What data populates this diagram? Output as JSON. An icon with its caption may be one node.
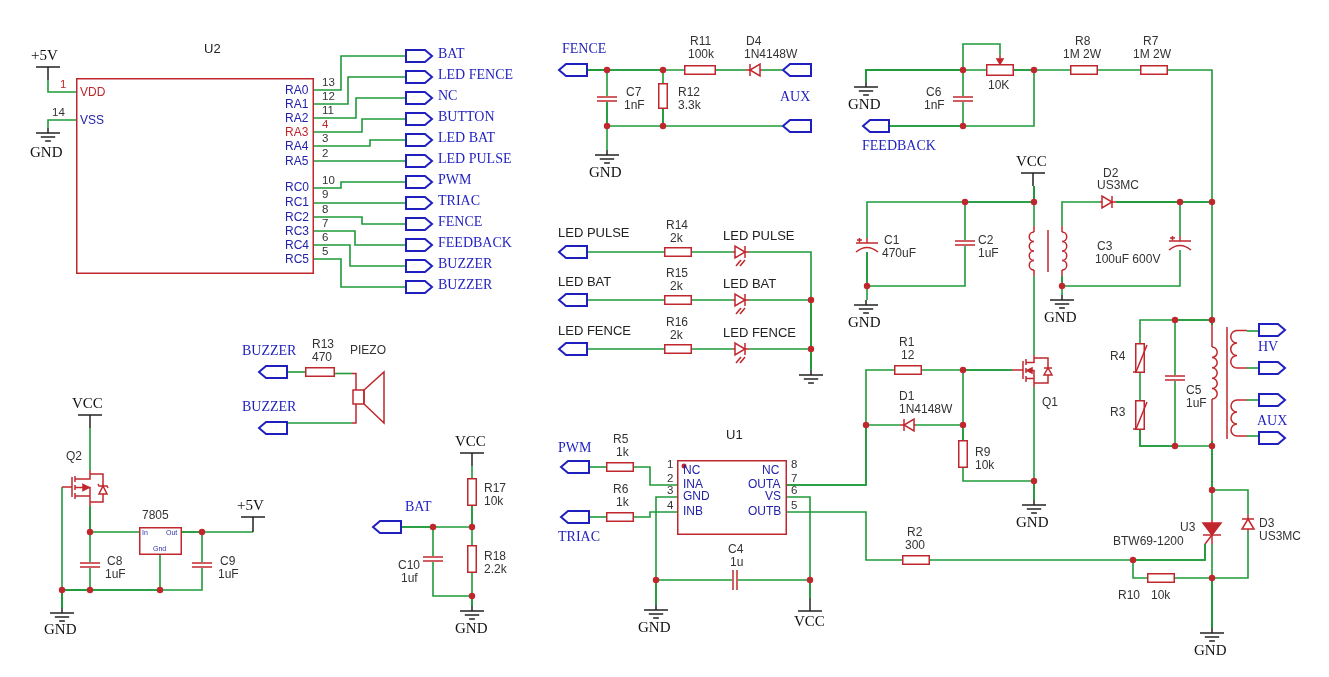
{
  "diagram": {
    "nodes": [
      {
        "text": [
          "+5V"
        ]
      },
      {
        "text": [
          "GND"
        ]
      },
      {
        "text": [
          "U2",
          "VDD",
          "VSS",
          "RA0",
          "RA1",
          "RA2",
          "RA3",
          "RA4",
          "RA5",
          "RC0",
          "RC1",
          "RC2",
          "RC3",
          "RC4",
          "RC5"
        ]
      },
      {
        "text": [
          "BAT"
        ]
      },
      {
        "text": [
          "LED FENCE"
        ]
      },
      {
        "text": [
          "NC"
        ]
      },
      {
        "text": [
          "BUTTON"
        ]
      },
      {
        "text": [
          "LED BAT"
        ]
      },
      {
        "text": [
          "LED PULSE"
        ]
      },
      {
        "text": [
          "PWM"
        ]
      },
      {
        "text": [
          "TRIAC"
        ]
      },
      {
        "text": [
          "FENCE"
        ]
      },
      {
        "text": [
          "FEEDBACK"
        ]
      },
      {
        "text": [
          "BUZZER"
        ]
      },
      {
        "text": [
          "BUZZER"
        ]
      },
      {
        "text": [
          "FENCE"
        ]
      },
      {
        "text": [
          "C7",
          "1nF"
        ]
      },
      {
        "text": [
          "R12",
          "3.3k"
        ]
      },
      {
        "text": [
          "R11",
          "100k"
        ]
      },
      {
        "text": [
          "D4",
          "1N4148W"
        ]
      },
      {
        "text": [],
        "shape": "pentagon"
      },
      {
        "text": [
          "AUX"
        ]
      },
      {
        "text": [
          "GND"
        ]
      },
      {
        "text": [
          "LED PULSE"
        ]
      },
      {
        "text": [
          "R14",
          "2k"
        ]
      },
      {
        "text": [
          "LED PULSE"
        ]
      },
      {
        "text": [
          "LED BAT"
        ]
      },
      {
        "text": [
          "R15",
          "2k"
        ]
      },
      {
        "text": [
          "LED BAT"
        ]
      },
      {
        "text": [
          "LED FENCE"
        ]
      },
      {
        "text": [
          "R16",
          "2k"
        ]
      },
      {
        "text": [
          "LED FENCE"
        ]
      },
      {
        "text": [],
        "shape": "ground"
      },
      {
        "text": [
          "GND"
        ]
      },
      {
        "text": [
          "C6",
          "1nF"
        ]
      },
      {
        "text": [
          "10K"
        ]
      },
      {
        "text": [
          "R8",
          "1M 2W"
        ]
      },
      {
        "text": [
          "R7",
          "1M 2W"
        ]
      },
      {
        "text": [
          "FEEDBACK"
        ]
      },
      {
        "text": [
          "VCC"
        ]
      },
      {
        "text": [
          "C1",
          "470uF"
        ]
      },
      {
        "text": [
          "C2",
          "1uF"
        ]
      },
      {
        "text": [
          "GND"
        ]
      },
      {
        "text": [],
        "shape": "transformer"
      },
      {
        "text": [
          "D2",
          "US3MC"
        ]
      },
      {
        "text": [
          "C3",
          "100uF 600V"
        ]
      },
      {
        "text": [
          "GND"
        ]
      },
      {
        "text": [
          "R4"
        ]
      },
      {
        "text": [
          "R3"
        ]
      },
      {
        "text": [
          "C5",
          "1uF"
        ]
      },
      {
        "text": [],
        "shape": "transformer"
      },
      {
        "text": [
          "HV"
        ]
      },
      {
        "text": [],
        "shape": "pentagon"
      },
      {
        "text": [
          "AUX"
        ]
      },
      {
        "text": [],
        "shape": "pentagon"
      },
      {
        "text": [
          "D3",
          "US3MC"
        ]
      },
      {
        "text": [
          "U3",
          "BTW69-1200"
        ]
      },
      {
        "text": [
          "R10",
          "10k"
        ]
      },
      {
        "text": [
          "GND"
        ]
      },
      {
        "text": [
          "R1",
          "12"
        ]
      },
      {
        "text": [
          "D1",
          "1N4148W"
        ]
      },
      {
        "text": [
          "R9",
          "10k"
        ]
      },
      {
        "text": [
          "Q1"
        ]
      },
      {
        "text": [
          "GND"
        ]
      },
      {
        "text": [
          "PWM"
        ]
      },
      {
        "text": [
          "R5",
          "1k"
        ]
      },
      {
        "text": [
          "TRIAC"
        ]
      },
      {
        "text": [
          "R6",
          "1k"
        ]
      },
      {
        "text": [
          "U1",
          "NC",
          "INA",
          "GND",
          "INB",
          "NC",
          "OUTA",
          "VS",
          "OUTB"
        ]
      },
      {
        "text": [
          "C4",
          "1u"
        ]
      },
      {
        "text": [
          "GND"
        ]
      },
      {
        "text": [
          "VCC"
        ]
      },
      {
        "text": [
          "R2",
          "300"
        ]
      },
      {
        "text": [
          "BUZZER"
        ]
      },
      {
        "text": [
          "R13",
          "470"
        ]
      },
      {
        "text": [
          "PIEZO"
        ]
      },
      {
        "text": [
          "BUZZER"
        ]
      },
      {
        "text": [
          "VCC"
        ]
      },
      {
        "text": [
          "Q2"
        ]
      },
      {
        "text": [
          "7805",
          "In",
          "Out",
          "Gnd"
        ]
      },
      {
        "text": [
          "C8",
          "1uF"
        ]
      },
      {
        "text": [
          "C9",
          "1uF"
        ]
      },
      {
        "text": [
          "+5V"
        ]
      },
      {
        "text": [
          "GND"
        ]
      },
      {
        "text": [
          "BAT"
        ]
      },
      {
        "text": [
          "VCC"
        ]
      },
      {
        "text": [
          "R17",
          "10k"
        ]
      },
      {
        "text": [
          "C10",
          "1uf"
        ]
      },
      {
        "text": [
          "R18",
          "2.2k"
        ]
      },
      {
        "text": [
          "GND"
        ]
      }
    ],
    "edges": [
      {
        "from": 0,
        "to": 2,
        "arrow": "none"
      },
      {
        "from": 1,
        "to": 2,
        "arrow": "none"
      },
      {
        "from": 2,
        "to": 3,
        "arrow": "none"
      },
      {
        "from": 2,
        "to": 4,
        "arrow": "none"
      },
      {
        "from": 2,
        "to": 5,
        "arrow": "none"
      },
      {
        "from": 2,
        "to": 6,
        "arrow": "none"
      },
      {
        "from": 2,
        "to": 7,
        "arrow": "none"
      },
      {
        "from": 2,
        "to": 8,
        "arrow": "none"
      },
      {
        "from": 2,
        "to": 9,
        "arrow": "none"
      },
      {
        "from": 2,
        "to": 10,
        "arrow": "none"
      },
      {
        "from": 2,
        "to": 11,
        "arrow": "none"
      },
      {
        "from": 2,
        "to": 12,
        "arrow": "none"
      },
      {
        "from": 2,
        "to": 13,
        "arrow": "none"
      },
      {
        "from": 2,
        "to": 14,
        "arrow": "none"
      },
      {
        "from": 15,
        "to": 16,
        "arrow": "none"
      },
      {
        "from": 15,
        "to": 17,
        "arrow": "none"
      },
      {
        "from": 15,
        "to": 18,
        "arrow": "none"
      },
      {
        "from": 18,
        "to": 19,
        "arrow": "none"
      },
      {
        "from": 19,
        "to": 20,
        "arrow": "none"
      },
      {
        "from": 16,
        "to": 22,
        "arrow": "none"
      },
      {
        "from": 16,
        "to": 17,
        "arrow": "none"
      },
      {
        "from": 17,
        "to": 21,
        "arrow": "none"
      },
      {
        "from": 23,
        "to": 24,
        "arrow": "none"
      },
      {
        "from": 24,
        "to": 25,
        "arrow": "none"
      },
      {
        "from": 25,
        "to": 32,
        "arrow": "none"
      },
      {
        "from": 26,
        "to": 27,
        "arrow": "none"
      },
      {
        "from": 27,
        "to": 28,
        "arrow": "none"
      },
      {
        "from": 28,
        "to": 32,
        "arrow": "none"
      },
      {
        "from": 29,
        "to": 30,
        "arrow": "none"
      },
      {
        "from": 30,
        "to": 31,
        "arrow": "none"
      },
      {
        "from": 31,
        "to": 32,
        "arrow": "none"
      },
      {
        "from": 33,
        "to": 35,
        "arrow": "none"
      },
      {
        "from": 33,
        "to": 34,
        "arrow": "none"
      },
      {
        "from": 33,
        "to": 35,
        "arrow": "none"
      },
      {
        "from": 35,
        "to": 36,
        "arrow": "none"
      },
      {
        "from": 36,
        "to": 37,
        "arrow": "none"
      },
      {
        "from": 38,
        "to": 34,
        "arrow": "none"
      },
      {
        "from": 38,
        "to": 35,
        "arrow": "none"
      },
      {
        "from": 39,
        "to": 43,
        "arrow": "none"
      },
      {
        "from": 39,
        "to": 41,
        "arrow": "none"
      },
      {
        "from": 39,
        "to": 40,
        "arrow": "none"
      },
      {
        "from": 40,
        "to": 42,
        "arrow": "none"
      },
      {
        "from": 41,
        "to": 40,
        "arrow": "none"
      },
      {
        "from": 43,
        "to": 44,
        "arrow": "none"
      },
      {
        "from": 43,
        "to": 46,
        "arrow": "none"
      },
      {
        "from": 45,
        "to": 43,
        "arrow": "none"
      },
      {
        "from": 44,
        "to": 45,
        "arrow": "none"
      },
      {
        "from": 37,
        "to": 44,
        "arrow": "none"
      },
      {
        "from": 44,
        "to": 50,
        "arrow": "none"
      },
      {
        "from": 50,
        "to": 49,
        "arrow": "none"
      },
      {
        "from": 50,
        "to": 47,
        "arrow": "none"
      },
      {
        "from": 47,
        "to": 48,
        "arrow": "none"
      },
      {
        "from": 48,
        "to": 49,
        "arrow": "none"
      },
      {
        "from": 48,
        "to": 50,
        "arrow": "none"
      },
      {
        "from": 50,
        "to": 51,
        "arrow": "none"
      },
      {
        "from": 50,
        "to": 52,
        "arrow": "none"
      },
      {
        "from": 50,
        "to": 53,
        "arrow": "none"
      },
      {
        "from": 50,
        "to": 54,
        "arrow": "none"
      },
      {
        "from": 50,
        "to": 56,
        "arrow": "none"
      },
      {
        "from": 50,
        "to": 55,
        "arrow": "none"
      },
      {
        "from": 56,
        "to": 58,
        "arrow": "none"
      },
      {
        "from": 55,
        "to": 58,
        "arrow": "none"
      },
      {
        "from": 57,
        "to": 58,
        "arrow": "none"
      },
      {
        "from": 57,
        "to": 56,
        "arrow": "none"
      },
      {
        "from": 72,
        "to": 56,
        "arrow": "none"
      },
      {
        "from": 43,
        "to": 62,
        "arrow": "none"
      },
      {
        "from": 59,
        "to": 62,
        "arrow": "none"
      },
      {
        "from": 60,
        "to": 61,
        "arrow": "none"
      },
      {
        "from": 61,
        "to": 62,
        "arrow": "none"
      },
      {
        "from": 62,
        "to": 63,
        "arrow": "none"
      },
      {
        "from": 61,
        "to": 63,
        "arrow": "none"
      },
      {
        "from": 64,
        "to": 65,
        "arrow": "none"
      },
      {
        "from": 65,
        "to": 68,
        "arrow": "none"
      },
      {
        "from": 66,
        "to": 67,
        "arrow": "none"
      },
      {
        "from": 67,
        "to": 68,
        "arrow": "none"
      },
      {
        "from": 68,
        "to": 70,
        "arrow": "none"
      },
      {
        "from": 68,
        "to": 72,
        "arrow": "none"
      },
      {
        "from": 68,
        "to": 59,
        "arrow": "none"
      },
      {
        "from": 68,
        "to": 60,
        "arrow": "none"
      },
      {
        "from": 68,
        "to": 71,
        "arrow": "none"
      },
      {
        "from": 69,
        "to": 70,
        "arrow": "none"
      },
      {
        "from": 69,
        "to": 71,
        "arrow": "none"
      },
      {
        "from": 73,
        "to": 74,
        "arrow": "none"
      },
      {
        "from": 74,
        "to": 75,
        "arrow": "none"
      },
      {
        "from": 76,
        "to": 75,
        "arrow": "none"
      },
      {
        "from": 77,
        "to": 78,
        "arrow": "none"
      },
      {
        "from": 78,
        "to": 79,
        "arrow": "none"
      },
      {
        "from": 78,
        "to": 80,
        "arrow": "none"
      },
      {
        "from": 79,
        "to": 82,
        "arrow": "none"
      },
      {
        "from": 79,
        "to": 81,
        "arrow": "none"
      },
      {
        "from": 80,
        "to": 83,
        "arrow": "none"
      },
      {
        "from": 79,
        "to": 83,
        "arrow": "none"
      },
      {
        "from": 81,
        "to": 83,
        "arrow": "none"
      },
      {
        "from": 78,
        "to": 83,
        "arrow": "none"
      },
      {
        "from": 85,
        "to": 86,
        "arrow": "none"
      },
      {
        "from": 86,
        "to": 88,
        "arrow": "none"
      },
      {
        "from": 84,
        "to": 86,
        "arrow": "none"
      },
      {
        "from": 84,
        "to": 87,
        "arrow": "none"
      },
      {
        "from": 88,
        "to": 89,
        "arrow": "none"
      },
      {
        "from": 87,
        "to": 89,
        "arrow": "none"
      }
    ],
    "labels": [
      "1",
      "14",
      "13",
      "12",
      "11",
      "4",
      "3",
      "2",
      "10",
      "9",
      "8",
      "7",
      "6",
      "5",
      "1",
      "2",
      "3",
      "4",
      "8",
      "7",
      "6",
      "5"
    ]
  }
}
